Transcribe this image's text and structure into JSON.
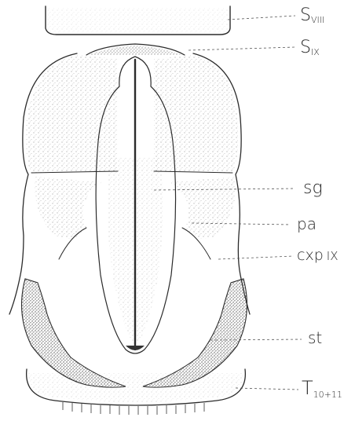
{
  "labels": [
    {
      "id": "s8",
      "main": "S",
      "sub": "VIII"
    },
    {
      "id": "s9",
      "main": "S",
      "sub": "IX"
    },
    {
      "id": "sg",
      "main": "sg",
      "sub": ""
    },
    {
      "id": "pa",
      "main": "pa",
      "sub": ""
    },
    {
      "id": "cxp",
      "main": "cxp",
      "sub": "IX"
    },
    {
      "id": "st",
      "main": "st",
      "sub": ""
    },
    {
      "id": "t1011",
      "main": "T",
      "sub": "10+11"
    }
  ],
  "colors": {
    "ink": "#2b2b2b",
    "stipple": "#8a8a8a",
    "paper": "#ffffff"
  }
}
